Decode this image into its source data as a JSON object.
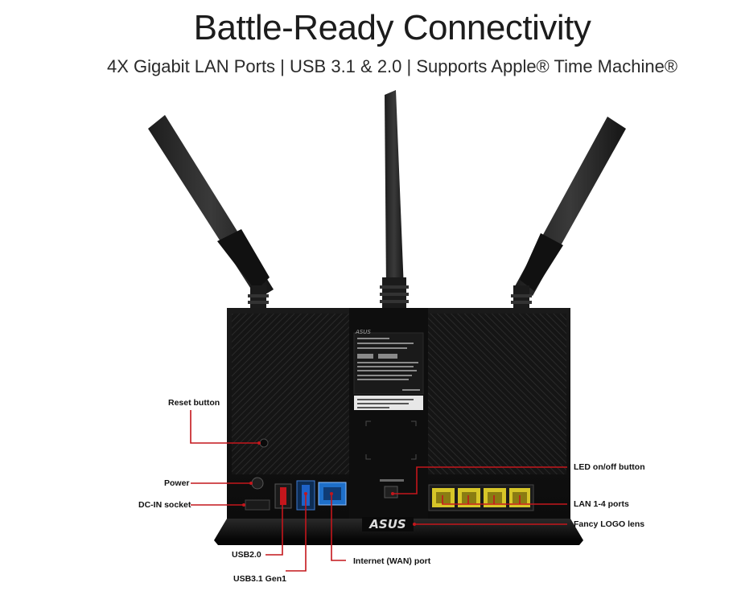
{
  "header": {
    "title": "Battle-Ready Connectivity",
    "subtitle": "4X Gigabit LAN Ports | USB 3.1 & 2.0 | Supports Apple® Time Machine®"
  },
  "product": {
    "brand_logo": "ASUS",
    "body_color": "#141414",
    "accent_color": "#c4161c"
  },
  "callouts": {
    "reset_button": "Reset button",
    "power": "Power",
    "dc_in_socket": "DC-IN socket",
    "usb20": "USB2.0",
    "usb31_gen1": "USB3.1 Gen1",
    "internet_wan_port": "Internet (WAN) port",
    "led_onoff_button": "LED on/off button",
    "lan_ports": "LAN 1-4 ports",
    "logo_lens": "Fancy LOGO lens"
  }
}
